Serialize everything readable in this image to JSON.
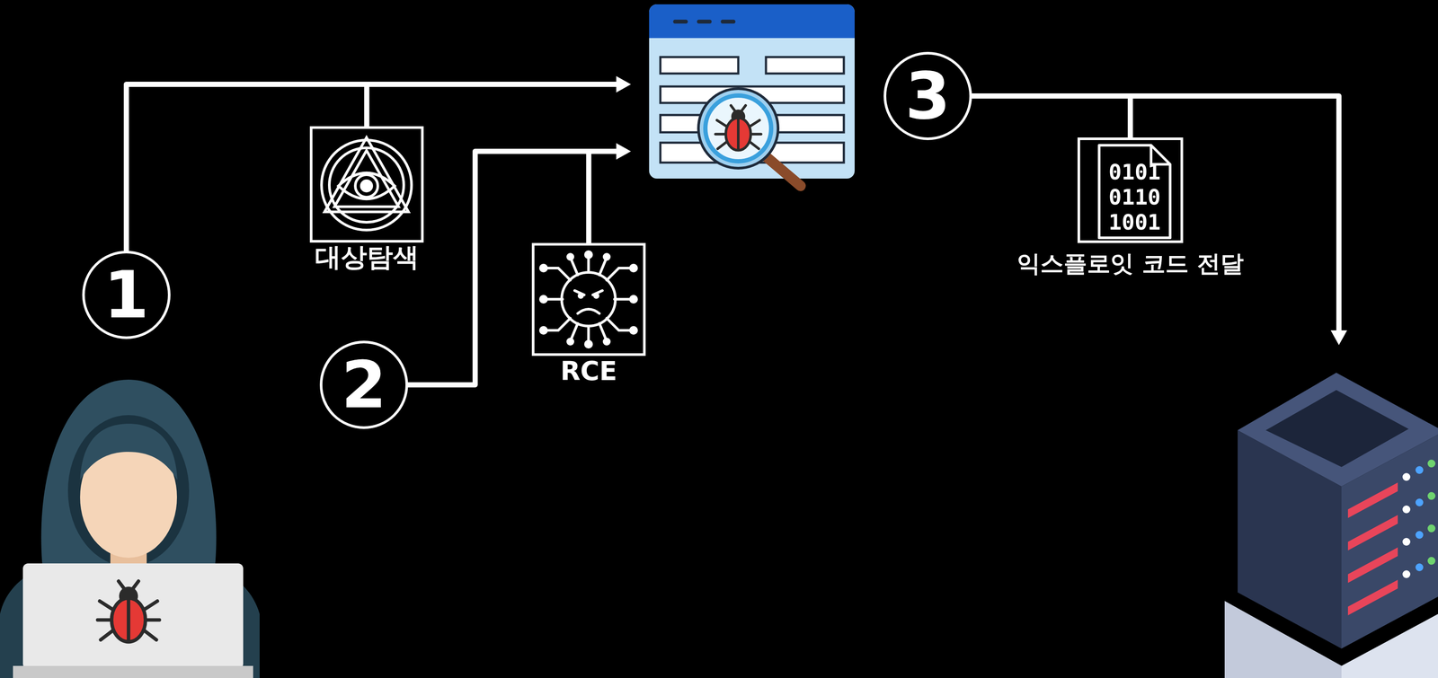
{
  "diagram": {
    "nodes": [
      {
        "text": [
          "1"
        ]
      },
      {
        "text": [
          "대상탐색"
        ]
      },
      {
        "text": [
          "2"
        ]
      },
      {
        "text": [
          "RCE"
        ]
      },
      {
        "text": [
          "3"
        ]
      },
      {
        "text": [
          "익스플로잇 코드 전달"
        ]
      }
    ],
    "edges": [
      {
        "from": 0,
        "to": 1,
        "arrow": "none"
      },
      {
        "from": 2,
        "to": 3,
        "arrow": "none"
      },
      {
        "from": 4,
        "to": 5,
        "arrow": "none"
      }
    ],
    "labels": [
      "0101",
      "0110",
      "1001"
    ]
  }
}
